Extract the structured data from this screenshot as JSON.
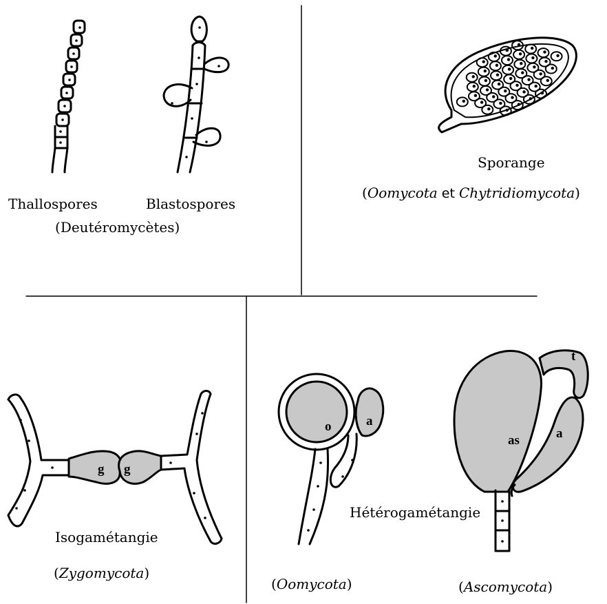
{
  "panels": {
    "spores": {
      "thallospores_label": "Thallospores",
      "blastospores_label": "Blastospores",
      "group_open": "(",
      "group_name": "Deutéromycètes",
      "group_close": ")"
    },
    "sporange": {
      "title": "Sporange",
      "taxon_open": "(",
      "taxon_a": "Oomycota",
      "taxon_join": " et ",
      "taxon_b": "Chytridiomycota",
      "taxon_close": ")"
    },
    "isogametangie": {
      "title": "Isogamétangie",
      "taxon_open": "(",
      "taxon": "Zygomycota",
      "taxon_close": ")",
      "gametangium_mark": "g"
    },
    "heterogametangie": {
      "title": "Hétérogamétangie",
      "oomycota_open": "(",
      "oomycota": "Oomycota",
      "oomycota_close": ")",
      "ascomycota_open": "(",
      "ascomycota": "Ascomycota",
      "ascomycota_close": ")",
      "oogone_mark": "o",
      "antheridium_mark": "a",
      "ascogone_mark": "as",
      "trichogyne_mark": "t"
    }
  },
  "colors": {
    "ink": "#000000",
    "gametangium_fill": "#c8c8c8",
    "background": "#ffffff"
  }
}
